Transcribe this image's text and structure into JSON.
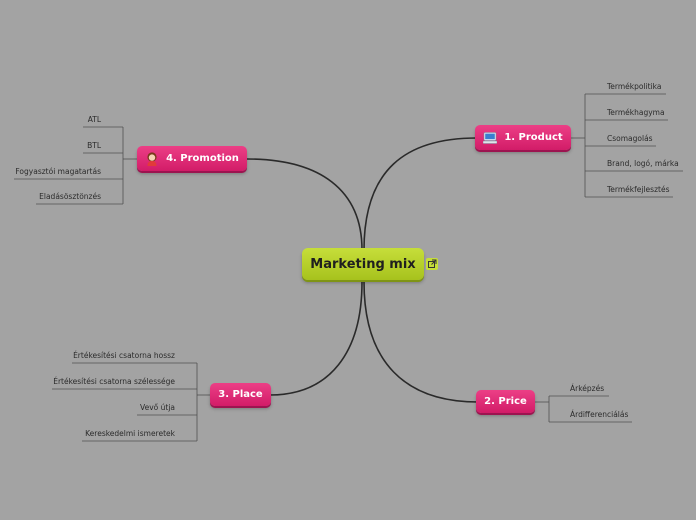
{
  "central": {
    "label": "Marketing mix"
  },
  "branches": {
    "product": {
      "label": "1. Product",
      "icon": "computer-icon",
      "items": [
        "Termékpolitika",
        "Termékhagyma",
        "Csomagolás",
        "Brand, logó, márka",
        "Termékfejlesztés"
      ]
    },
    "price": {
      "label": "2. Price",
      "items": [
        "Árképzés",
        "Árdifferenciálás"
      ]
    },
    "place": {
      "label": "3. Place",
      "items": [
        "Értékesítési csatorna hossz",
        "Értékesítési csatorna szélessége",
        "Vevő útja",
        "Kereskedelmi ismeretek"
      ]
    },
    "promotion": {
      "label": "4. Promotion",
      "icon": "woman-icon",
      "items": [
        "ATL",
        "BTL",
        "Fogyasztói magatartás",
        "Eladásösztönzés"
      ]
    }
  },
  "colors": {
    "background": "#a3a3a3",
    "central": "#b4cf2a",
    "main_topic": "#e0307a",
    "connector": "#2a2a2a",
    "leaf_line": "#505050"
  }
}
